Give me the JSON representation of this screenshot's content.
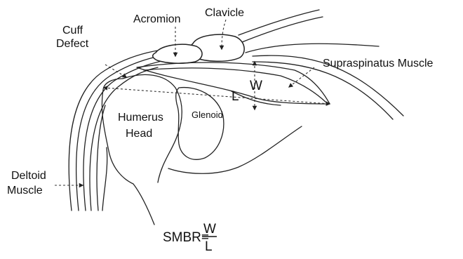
{
  "labels": {
    "acromion": "Acromion",
    "clavicle": "Clavicle",
    "cuff_line1": "Cuff",
    "cuff_line2": "Defect",
    "supraspinatus": "Supraspinatus Muscle",
    "w": "W",
    "l": "L",
    "glenoid": "Glenoid",
    "humerus_line1": "Humerus",
    "humerus_line2": "Head",
    "deltoid_line1": "Deltoid",
    "deltoid_line2": "Muscle"
  },
  "formula": {
    "lhs": "SMBR=",
    "numerator": "W",
    "denominator": "L"
  }
}
